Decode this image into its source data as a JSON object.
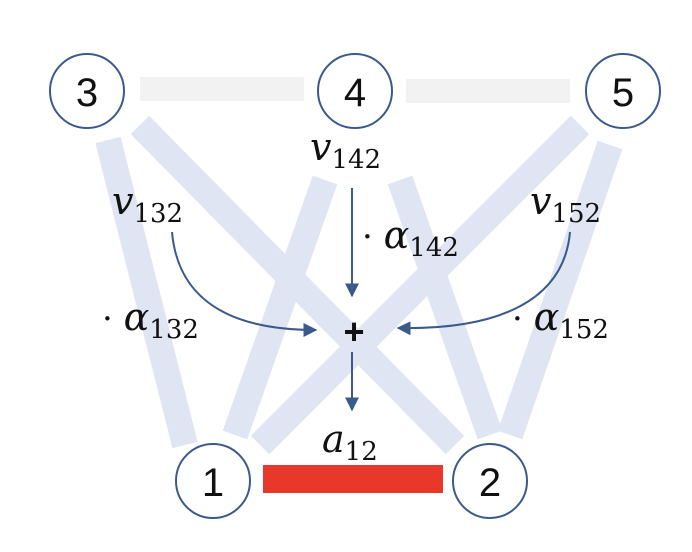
{
  "nodes": [
    {
      "id": "n1",
      "label": "1"
    },
    {
      "id": "n2",
      "label": "2"
    },
    {
      "id": "n3",
      "label": "3"
    },
    {
      "id": "n4",
      "label": "4"
    },
    {
      "id": "n5",
      "label": "5"
    }
  ],
  "labels": {
    "v132": {
      "base": "v",
      "sub": "132"
    },
    "v142": {
      "base": "v",
      "sub": "142"
    },
    "v152": {
      "base": "v",
      "sub": "152"
    },
    "alpha132": {
      "dot": "· ",
      "base": "α",
      "sub": "132"
    },
    "alpha142": {
      "dot": "· ",
      "base": "α",
      "sub": "142"
    },
    "alpha152": {
      "dot": "· ",
      "base": "α",
      "sub": "152"
    },
    "a12": {
      "base": "a",
      "sub": "12"
    },
    "plus": "+"
  },
  "colors": {
    "node_stroke": "#3a5a8c",
    "edge_faint": "#dfe5f2",
    "edge_top": "#f2f2f2",
    "edge_highlight": "#e8382a",
    "arrow": "#3a5a8c"
  }
}
